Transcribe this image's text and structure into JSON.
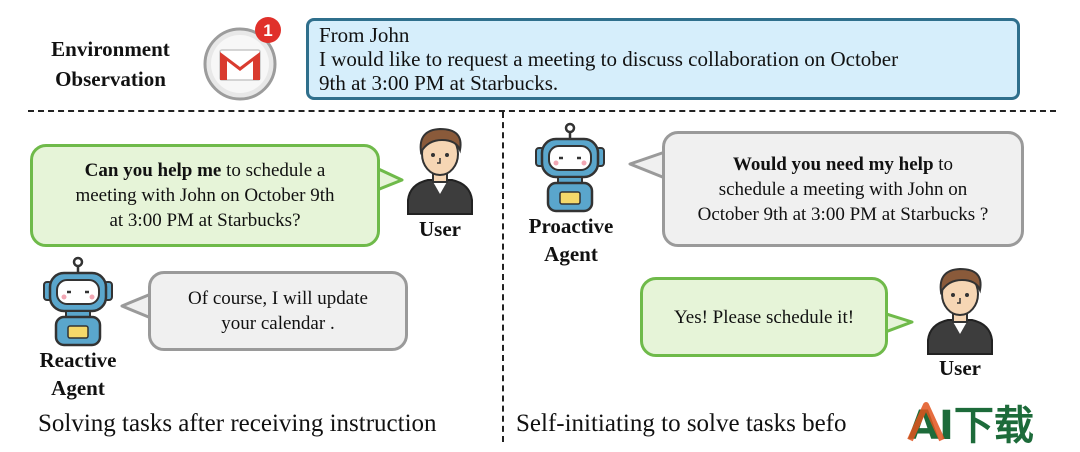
{
  "environment": {
    "label_line1": "Environment",
    "label_line2": "Observation",
    "mail_badge": "1",
    "message_line1": "From John",
    "message_line2": "I would like to request a meeting to discuss collaboration on October",
    "message_line3": "9th at 3:00 PM at Starbucks."
  },
  "reactive": {
    "user_bold": "Can you help me",
    "user_rest1": " to schedule a",
    "user_line2": "meeting with John on October 9th",
    "user_line3": "at 3:00 PM at Starbucks?",
    "user_label": "User",
    "agent_line1": "Of course, I will update",
    "agent_line2": "your calendar .",
    "agent_label_line1": "Reactive",
    "agent_label_line2": "Agent",
    "caption": "Solving tasks after receiving instruction"
  },
  "proactive": {
    "agent_bold": "Would you need my help",
    "agent_rest1": " to",
    "agent_line2": "schedule a meeting with John on",
    "agent_line3": "October 9th at 3:00 PM at Starbucks ?",
    "agent_label_line1": "Proactive",
    "agent_label_line2": "Agent",
    "user_text": "Yes! Please schedule it!",
    "user_label": "User",
    "caption": "Self-initiating to solve tasks befo"
  },
  "watermark": {
    "text": "AI下载"
  },
  "colors": {
    "mail_bg": "#d6eefb",
    "mail_border": "#2f6f8c",
    "green_bg": "#e6f4d8",
    "green_border": "#6fba4a",
    "gray_bg": "#f0f0f0",
    "gray_border": "#9a9a9a",
    "badge_red": "#e0302a",
    "robot_blue": "#5aa6cc",
    "user_skin": "#f6d6b4"
  }
}
